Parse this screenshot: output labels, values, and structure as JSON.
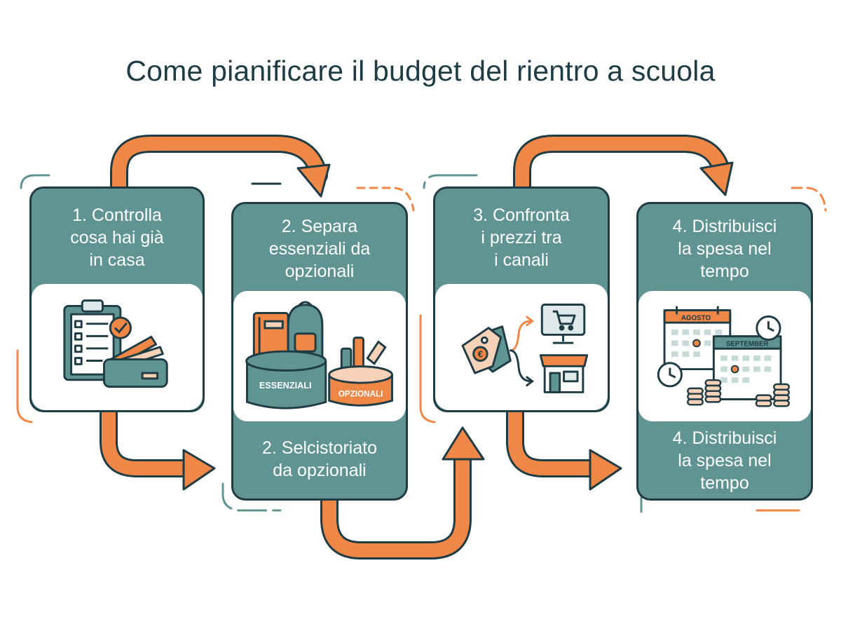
{
  "title": "Come pianificare il budget del rientro a scuola",
  "steps": [
    {
      "title": "1. Controlla cosa hai già in casa",
      "lines": [
        "1. Controlla",
        "cosa hai già",
        "in casa"
      ]
    },
    {
      "title": "2. Separa essenziali da opzionali",
      "lines": [
        "2. Separa",
        "essenziali da",
        "opzionali"
      ],
      "footer_lines": [
        "2. Selcistoriato",
        "da opzionali"
      ],
      "labels": {
        "essential": "ESSENZIALI",
        "optional": "OPZIONALI"
      }
    },
    {
      "title": "3. Confronta i prezzi tra i canali",
      "lines": [
        "3. Confronta",
        "i prezzi tra",
        "i canali"
      ],
      "labels": {
        "currency": "€"
      }
    },
    {
      "title": "4. Distribuisci la spesa nel tempo",
      "lines": [
        "4. Distribuisci",
        "la spesa nel",
        "tempo"
      ],
      "footer_lines": [
        "4. Distribuisci",
        "la spesa nel",
        "tempo"
      ],
      "labels": {
        "month1": "AGOSTO",
        "month2": "SEPTEMBER"
      }
    }
  ],
  "colors": {
    "teal": "#5f9493",
    "dark": "#1f3b44",
    "orange": "#ef8747",
    "cream": "#f6d2b8"
  }
}
